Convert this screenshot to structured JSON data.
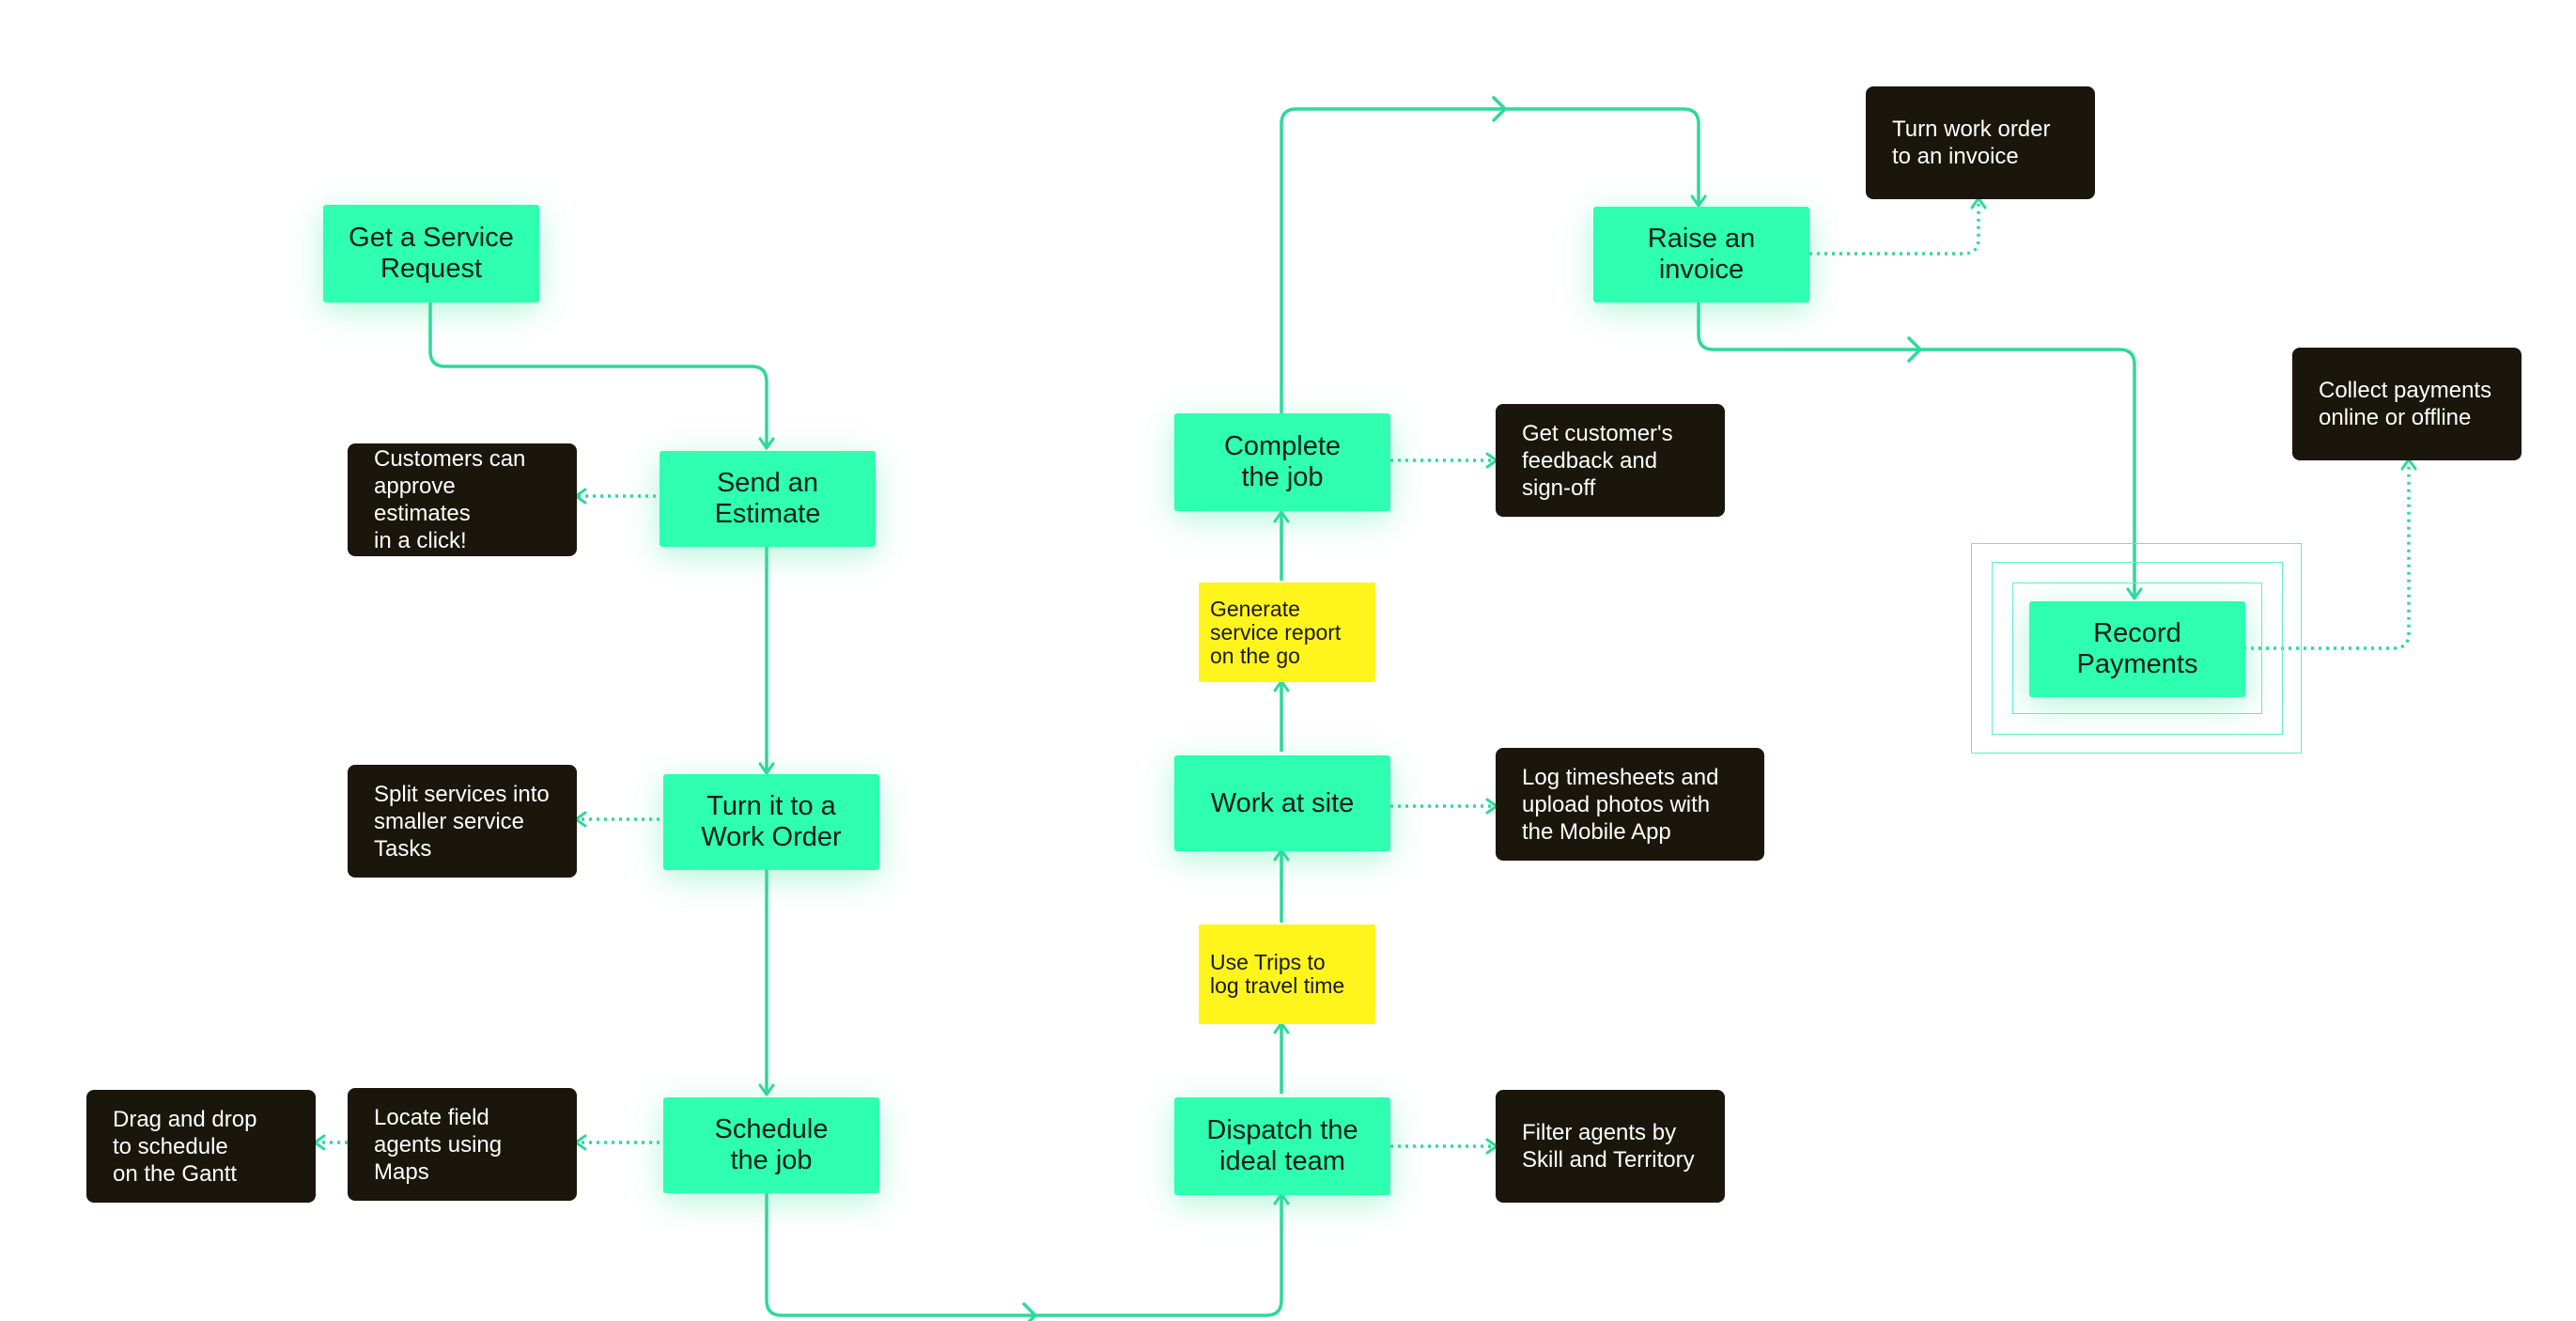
{
  "colors": {
    "step": "#2effb0",
    "note": "#1a160c",
    "tip": "#fff51c",
    "line": "#2fd89b"
  },
  "steps": {
    "get_request": "Get a Service\nRequest",
    "send_estimate": "Send an\nEstimate",
    "work_order": "Turn it to a\nWork Order",
    "schedule": "Schedule\nthe job",
    "dispatch": "Dispatch the\nideal team",
    "work_site": "Work at site",
    "complete": "Complete\nthe job",
    "raise_invoice": "Raise an\ninvoice",
    "record_payments": "Record\nPayments"
  },
  "notes": {
    "approve": "Customers can\napprove estimates\nin a click!",
    "split": "Split services into\nsmaller service\nTasks",
    "locate": "Locate field\nagents using\nMaps",
    "drag": "Drag and drop\nto schedule\non the Gantt",
    "filter": "Filter agents by\nSkill and Territory",
    "timesheets": "Log timesheets and\nupload photos with\nthe Mobile App",
    "feedback": "Get customer's\nfeedback and\nsign-off",
    "invoice": "Turn work order\nto an invoice",
    "collect": "Collect payments\nonline or offline"
  },
  "tips": {
    "trips": "Use Trips to\nlog travel time",
    "report": "Generate\nservice report\non the go"
  }
}
